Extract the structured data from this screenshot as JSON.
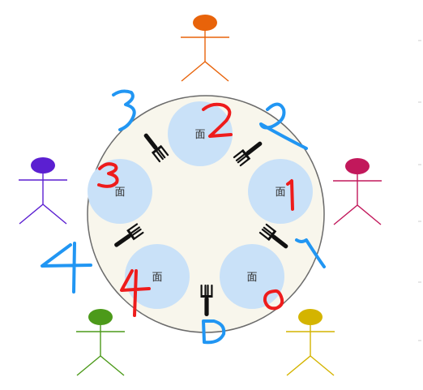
{
  "bowl_label": "面",
  "philosophers": [
    {
      "name": "philosopher-top",
      "color": "#e8630a"
    },
    {
      "name": "philosopher-right",
      "color": "#c2185b"
    },
    {
      "name": "philosopher-bottom-right",
      "color": "#d4b400"
    },
    {
      "name": "philosopher-bottom-left",
      "color": "#4c9a1a"
    },
    {
      "name": "philosopher-left",
      "color": "#5b1fd1"
    }
  ],
  "bowl_numbers": [
    "2",
    "1",
    "0",
    "4",
    "3"
  ],
  "fork_numbers": [
    "2",
    "1",
    "0",
    "4",
    "3"
  ],
  "colors": {
    "table_fill": "#f8f6ec",
    "table_stroke": "#6b6b6b",
    "bowl_fill": "#c9e1f8",
    "fork": "#111111",
    "bowl_number": "#ee1c1c",
    "fork_number": "#2196f3"
  },
  "icons": {
    "fork": "fork-icon",
    "person": "stick-figure-icon"
  }
}
